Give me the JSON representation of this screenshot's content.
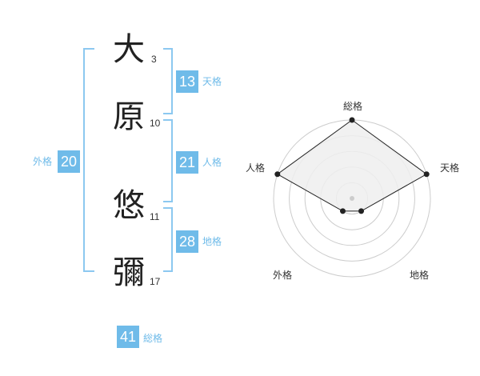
{
  "name_chars": [
    {
      "char": "大",
      "strokes": "3"
    },
    {
      "char": "原",
      "strokes": "10"
    },
    {
      "char": "悠",
      "strokes": "11"
    },
    {
      "char": "彌",
      "strokes": "17"
    }
  ],
  "kakusu": {
    "tenkaku": {
      "value": "13",
      "label": "天格"
    },
    "jinkaku": {
      "value": "21",
      "label": "人格"
    },
    "chikaku": {
      "value": "28",
      "label": "地格"
    },
    "gaikaku": {
      "value": "20",
      "label": "外格"
    },
    "soukaku": {
      "value": "41",
      "label": "総格"
    }
  },
  "radar": {
    "axes": [
      "総格",
      "天格",
      "地格",
      "外格",
      "人格"
    ],
    "levels": 5,
    "values": [
      5,
      5,
      1,
      1,
      5
    ],
    "colors": {
      "fill": "#efefef",
      "line": "#222222",
      "ring": "#cccccc",
      "center": "#cccccc"
    }
  }
}
